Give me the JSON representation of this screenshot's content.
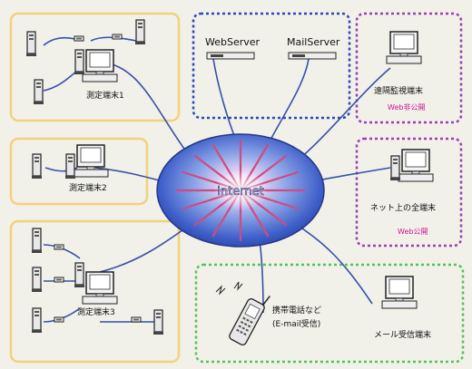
{
  "internet": {
    "label": "internet"
  },
  "groups": {
    "terminal1": {
      "label": "測定端末1"
    },
    "terminal2": {
      "label": "測定端末2"
    },
    "terminal3": {
      "label": "測定端末3"
    },
    "servers": {
      "web_label": "WebServer",
      "mail_label": "MailServer"
    },
    "remote": {
      "label": "遠隔監視端末",
      "sub": "Web非公開"
    },
    "all_net": {
      "label": "ネット上の全端末",
      "sub": "Web公開"
    },
    "mobile": {
      "label_line1": "携帯電話など",
      "label_line2": "(E-mail受信)",
      "pc_label": "メール受信端末"
    }
  },
  "colors": {
    "yellow_group": "#f2d27a",
    "blue_group": "#2c47b5",
    "purple_group": "#9a3fb0",
    "green_group": "#58c05a",
    "link": "#3550a8",
    "sub_label": "#c8158f"
  }
}
